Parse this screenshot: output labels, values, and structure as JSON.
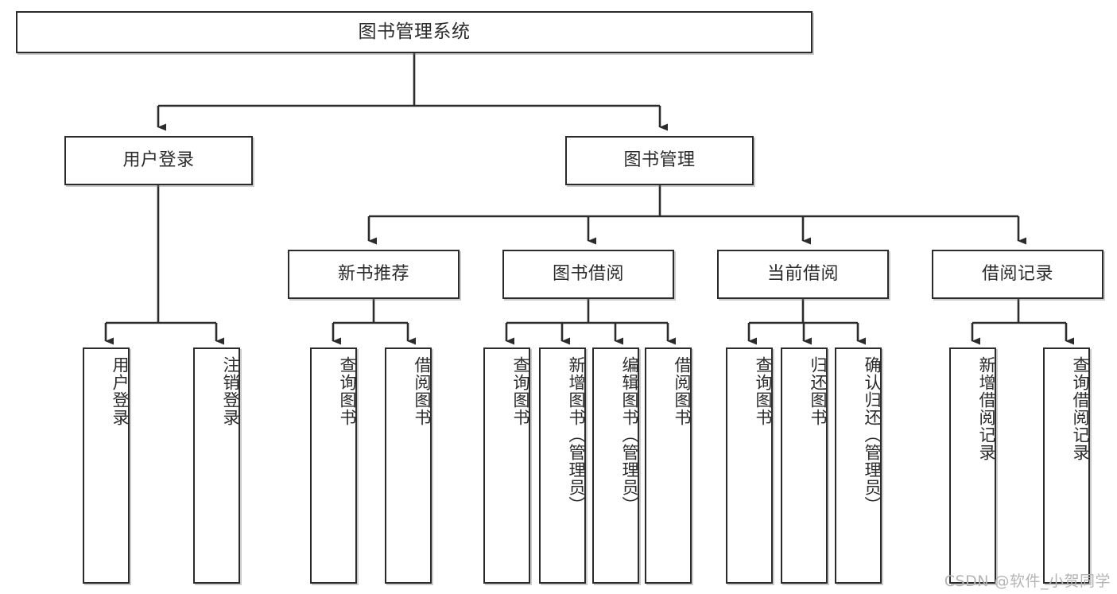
{
  "diagram": {
    "title": "图书管理系统",
    "type": "hierarchy-tree",
    "colors": {
      "box_border": "#2b2b2b",
      "box_fill": "#ffffff",
      "text": "#2b2b2b",
      "connector": "#2b2b2b",
      "watermark": "#b4b4b4",
      "background": "#ffffff"
    },
    "nodes": {
      "root": {
        "label": "图书管理系统"
      },
      "level2": [
        {
          "id": "user-login",
          "label": "用户登录"
        },
        {
          "id": "book-manage",
          "label": "图书管理"
        }
      ],
      "level3": [
        {
          "id": "new-book-recommend",
          "label": "新书推荐"
        },
        {
          "id": "book-borrow",
          "label": "图书借阅"
        },
        {
          "id": "current-borrow",
          "label": "当前借阅"
        },
        {
          "id": "borrow-record",
          "label": "借阅记录"
        }
      ],
      "leaves": {
        "user-login": [
          {
            "id": "leaf-user-login",
            "label": "用户登录"
          },
          {
            "id": "leaf-logout-login",
            "label": "注销登录"
          }
        ],
        "new-book-recommend": [
          {
            "id": "leaf-query-book-1",
            "label": "查询图书"
          },
          {
            "id": "leaf-borrow-book-1",
            "label": "借阅图书"
          }
        ],
        "book-borrow": [
          {
            "id": "leaf-query-book-2",
            "label": "查询图书"
          },
          {
            "id": "leaf-add-book",
            "label": "新增图书（管理员）"
          },
          {
            "id": "leaf-edit-book",
            "label": "编辑图书（管理员）"
          },
          {
            "id": "leaf-borrow-book-2",
            "label": "借阅图书"
          }
        ],
        "current-borrow": [
          {
            "id": "leaf-query-book-3",
            "label": "查询图书"
          },
          {
            "id": "leaf-return-book",
            "label": "归还图书"
          },
          {
            "id": "leaf-confirm-return",
            "label": "确认归还（管理员）"
          }
        ],
        "borrow-record": [
          {
            "id": "leaf-add-record",
            "label": "新增借阅记录"
          },
          {
            "id": "leaf-query-record",
            "label": "查询借阅记录"
          }
        ]
      }
    },
    "watermark": "CSDN @软件_小贺同学"
  }
}
